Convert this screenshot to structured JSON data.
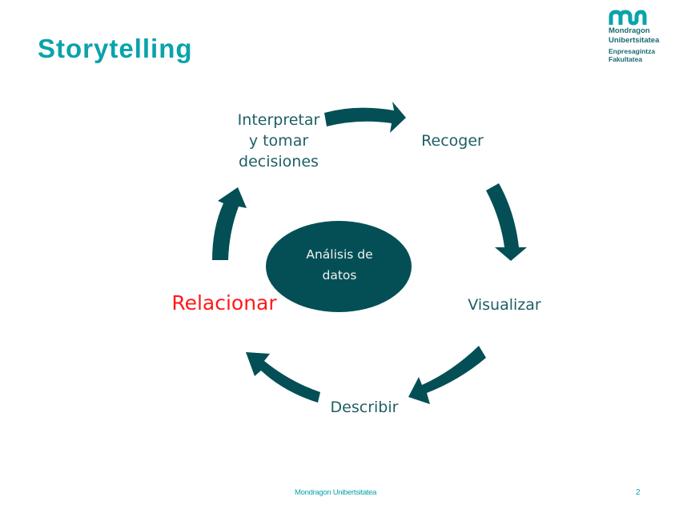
{
  "slide": {
    "title": "Storytelling",
    "page_number": "2",
    "footer_text": "Mondragon Unibertsitatea"
  },
  "logo": {
    "name_line1": "Mondragon",
    "name_line2": "Unibertsitatea",
    "sub_line1": "Enpresagintza",
    "sub_line2": "Fakultatea",
    "color": "#0aa3ab"
  },
  "diagram": {
    "center": {
      "line1": "Análisis de",
      "line2": "datos"
    },
    "steps": [
      {
        "id": "recoger",
        "label": "Recoger",
        "highlighted": false
      },
      {
        "id": "visualizar",
        "label": "Visualizar",
        "highlighted": false
      },
      {
        "id": "describir",
        "label": "Describir",
        "highlighted": false
      },
      {
        "id": "relacionar",
        "label": "Relacionar",
        "highlighted": true
      },
      {
        "id": "interpretar",
        "label_line1": "Interpretar",
        "label_line2": "y tomar",
        "label_line3": "decisiones",
        "highlighted": false
      }
    ],
    "colors": {
      "arrow": "#034f55",
      "ellipse": "#034f55",
      "label": "#1e5f66",
      "highlight": "#ff1a1a"
    }
  }
}
